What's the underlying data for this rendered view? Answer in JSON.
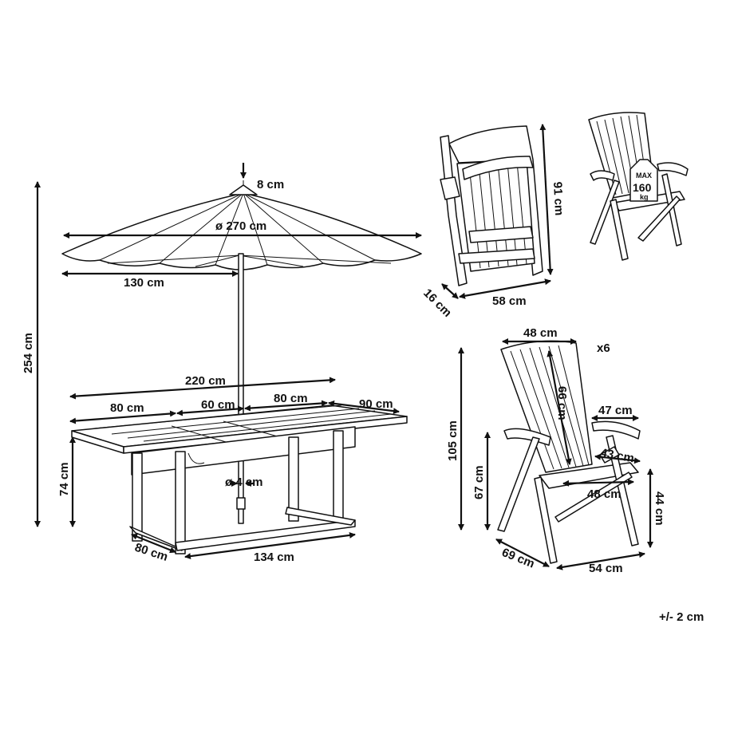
{
  "umbrella": {
    "top_height": "8 cm",
    "diameter": "ø 270 cm",
    "radius": "130 cm",
    "total_height": "254 cm",
    "pole_diameter": "ø 4 cm"
  },
  "table": {
    "extended_length": "220 cm",
    "section_left": "80 cm",
    "section_middle": "60 cm",
    "section_right": "80 cm",
    "edge_right": "90 cm",
    "height": "74 cm",
    "width": "80 cm",
    "base_length": "134 cm"
  },
  "folded_chair": {
    "height": "91 cm",
    "depth": "16 cm",
    "width": "58 cm"
  },
  "load_chair": {
    "max_label": "MAX",
    "max_value": "160",
    "max_unit": "kg"
  },
  "chair": {
    "back_width": "48 cm",
    "quantity": "x6",
    "backrest_height": "66 cm",
    "armrest_length": "47 cm",
    "seat_depth": "43 cm",
    "seat_width": "48 cm",
    "total_height": "105 cm",
    "armrest_height": "67 cm",
    "seat_height": "44 cm",
    "depth": "69 cm",
    "width": "54 cm"
  },
  "tolerance": "+/- 2 cm"
}
